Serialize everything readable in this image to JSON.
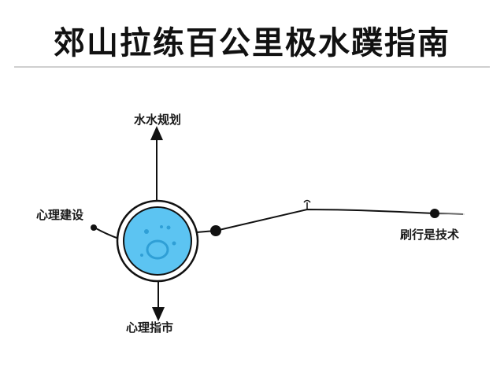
{
  "title": "郊山拉练百公里极水蹼指南",
  "labels": {
    "top": "水水规划",
    "left": "心理建设",
    "bottom": "心理指市",
    "right": "刷行是技术"
  },
  "colors": {
    "ink": "#111111",
    "hub_fill": "#5cc4f2",
    "hub_dark": "#2f9fd6"
  }
}
